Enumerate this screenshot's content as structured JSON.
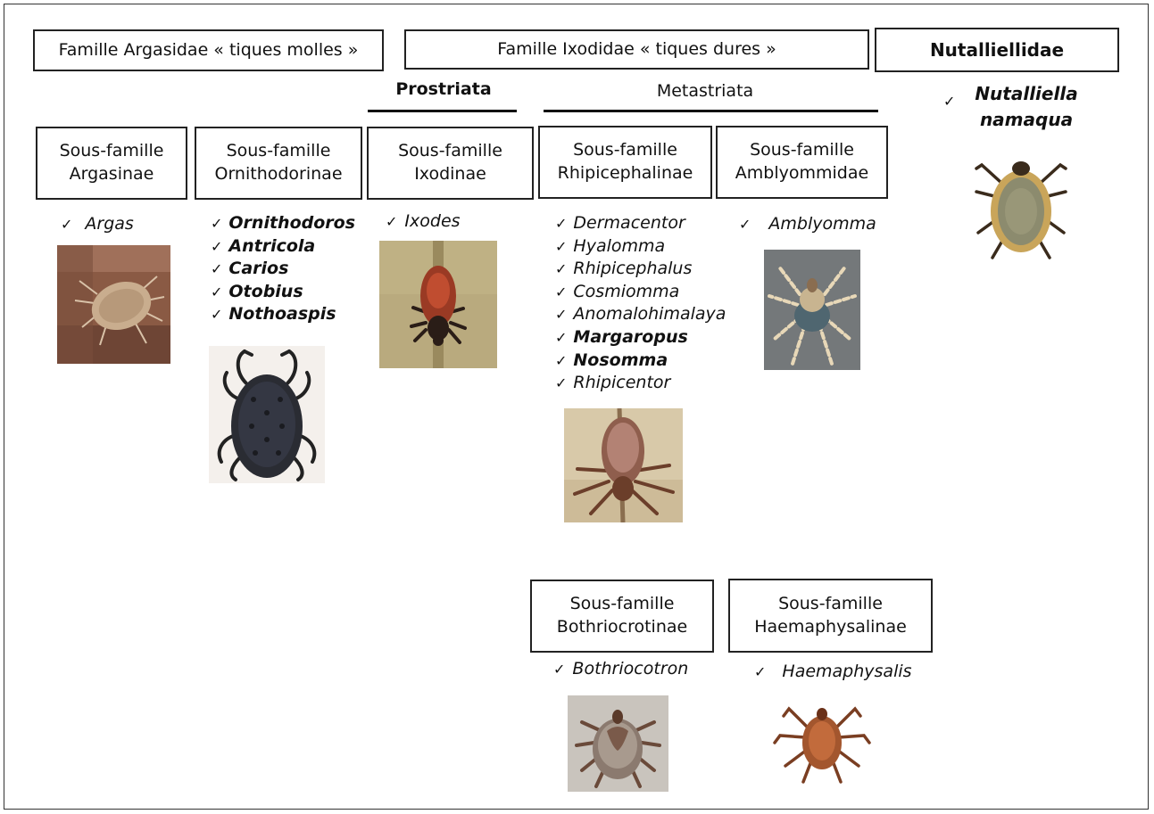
{
  "families": {
    "argasidae": "Famille Argasidae « tiques molles »",
    "ixodidae": "Famille Ixodidae « tiques dures »",
    "nutalliellidae": "Nutalliellidae"
  },
  "groups": {
    "prostriata": "Prostriata",
    "metastriata": "Metastriata"
  },
  "subfamilies": {
    "argasinae": [
      "Sous-famille",
      "Argasinae"
    ],
    "ornithodorinae": [
      "Sous-famille",
      "Ornithodorinae"
    ],
    "ixodinae": [
      "Sous-famille",
      "Ixodinae"
    ],
    "rhipicephalinae": [
      "Sous-famille",
      "Rhipicephalinae"
    ],
    "amblyommidae": [
      "Sous-famille",
      "Amblyommidae"
    ],
    "bothriocrotinae": [
      "Sous-famille",
      "Bothriocrotinae"
    ],
    "haemaphysalinae": [
      "Sous-famille",
      "Haemaphysalinae"
    ]
  },
  "check_mark": "✓",
  "genera": {
    "argasinae": [
      "Argas"
    ],
    "ornithodorinae": [
      "Ornithodoros",
      "Antricola",
      "Carios",
      "Otobius",
      "Nothoaspis"
    ],
    "ixodinae": [
      "Ixodes"
    ],
    "rhipicephalinae": [
      "Dermacentor",
      "Hyalomma",
      "Rhipicephalus",
      "Cosmiomma",
      "Anomalohimalaya",
      "Margaropus",
      "Nosomma",
      "Rhipicentor"
    ],
    "amblyommidae": [
      "Amblyomma"
    ],
    "bothriocrotinae": [
      "Bothriocotron"
    ],
    "haemaphysalinae": [
      "Haemaphysalis"
    ],
    "nutalliellidae": [
      "Nutalliella",
      "namaqua"
    ]
  }
}
